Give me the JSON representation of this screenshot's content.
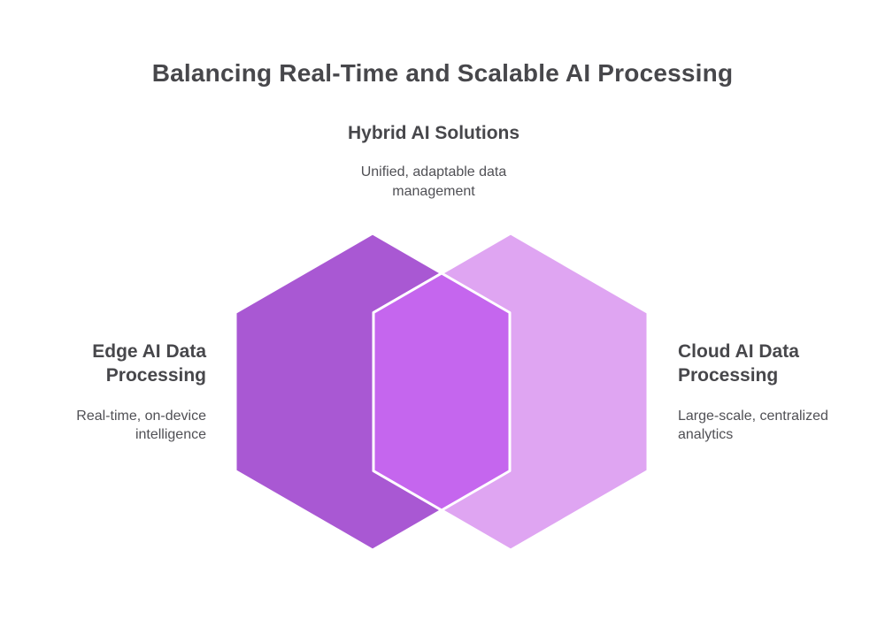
{
  "page": {
    "title": "Balancing Real-Time and Scalable AI Processing"
  },
  "venn": {
    "type": "overlapping-hexagons",
    "center": {
      "title": "Hybrid AI Solutions",
      "description": "Unified, adaptable data management"
    },
    "left": {
      "title": "Edge AI Data Processing",
      "description": "Real-time, on-device intelligence"
    },
    "right": {
      "title": "Cloud AI Data Processing",
      "description": "Large-scale, centralized analytics"
    },
    "colors": {
      "left_fill": "#a958d3",
      "right_fill": "#dfa5f2",
      "overlap_fill": "#c566ee",
      "outline": "#ffffff",
      "heading_text": "#47474b",
      "description_text": "#505055"
    }
  }
}
